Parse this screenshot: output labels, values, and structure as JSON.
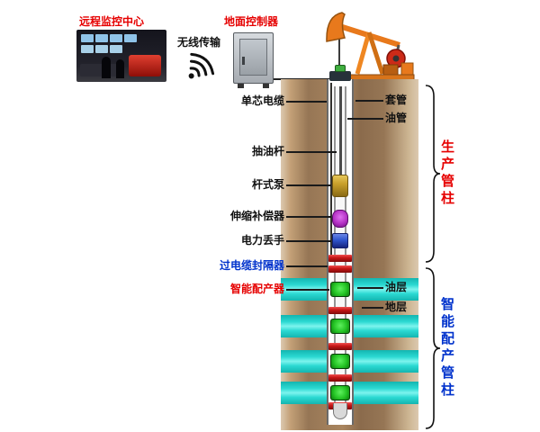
{
  "surface": {
    "monitoring_label": "远程监控中心",
    "wireless_label": "无线传输",
    "controller_label": "地面控制器"
  },
  "left_labels": [
    {
      "text": "单芯电缆",
      "color": "black"
    },
    {
      "text": "抽油杆",
      "color": "black"
    },
    {
      "text": "杆式泵",
      "color": "black"
    },
    {
      "text": "伸缩补偿器",
      "color": "black"
    },
    {
      "text": "电力丢手",
      "color": "black"
    },
    {
      "text": "过电缆封隔器",
      "color": "blue"
    },
    {
      "text": "智能配产器",
      "color": "red"
    }
  ],
  "right_labels": [
    {
      "text": "套管"
    },
    {
      "text": "油管"
    },
    {
      "text": "油层"
    },
    {
      "text": "地层"
    }
  ],
  "brackets": [
    {
      "text": "生产管柱",
      "color": "red"
    },
    {
      "text": "智能配产管柱",
      "color": "blue"
    }
  ],
  "colors": {
    "label_red": "#e60000",
    "label_blue": "#0032cc",
    "earth_brown": "#967655",
    "oil_band": "#2bd9d2",
    "packer_red": "#c41414",
    "allocator_green": "#24c424",
    "pump_gold": "#c9a02b",
    "compensator_magenta": "#b431c4",
    "release_blue": "#2f55cd"
  }
}
